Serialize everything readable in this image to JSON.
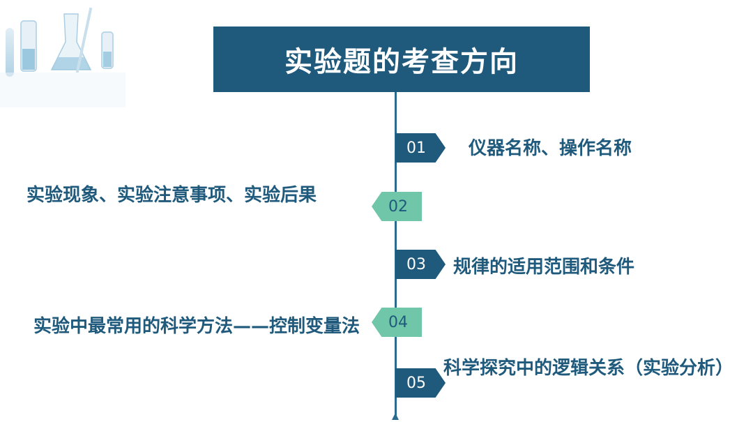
{
  "title": "实验题的考查方向",
  "items": [
    {
      "num": "01",
      "text": "仪器名称、操作名称"
    },
    {
      "num": "02",
      "text": "实验现象、实验注意事项、实验后果"
    },
    {
      "num": "03",
      "text": "规律的适用范围和条件"
    },
    {
      "num": "04",
      "text": "实验中最常用的科学方法——控制变量法"
    },
    {
      "num": "05",
      "text": "科学探究中的逻辑关系（实验分析）"
    }
  ],
  "colors": {
    "dark_blue": "#1f5a7c",
    "green": "#6fc6a8",
    "text": "#1f5a7c"
  },
  "icons": {
    "decor": "lab-glassware-icon"
  }
}
